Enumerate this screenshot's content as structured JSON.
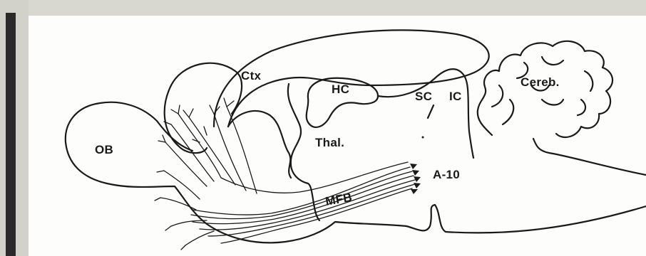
{
  "figure": {
    "labels": {
      "ctx": "Ctx",
      "hc": "HC",
      "sc": "SC",
      "ic": "IC",
      "cereb": "Cereb.",
      "ob": "OB",
      "thal": "Thal.",
      "mfb": "MFB",
      "a10": "A-10"
    }
  },
  "style": {
    "line_color": "#1a1a1a",
    "background_color": "#fdfdfb",
    "edge_shadow_color": "#2a2a2a",
    "grain_color": "#cfcfc8"
  }
}
